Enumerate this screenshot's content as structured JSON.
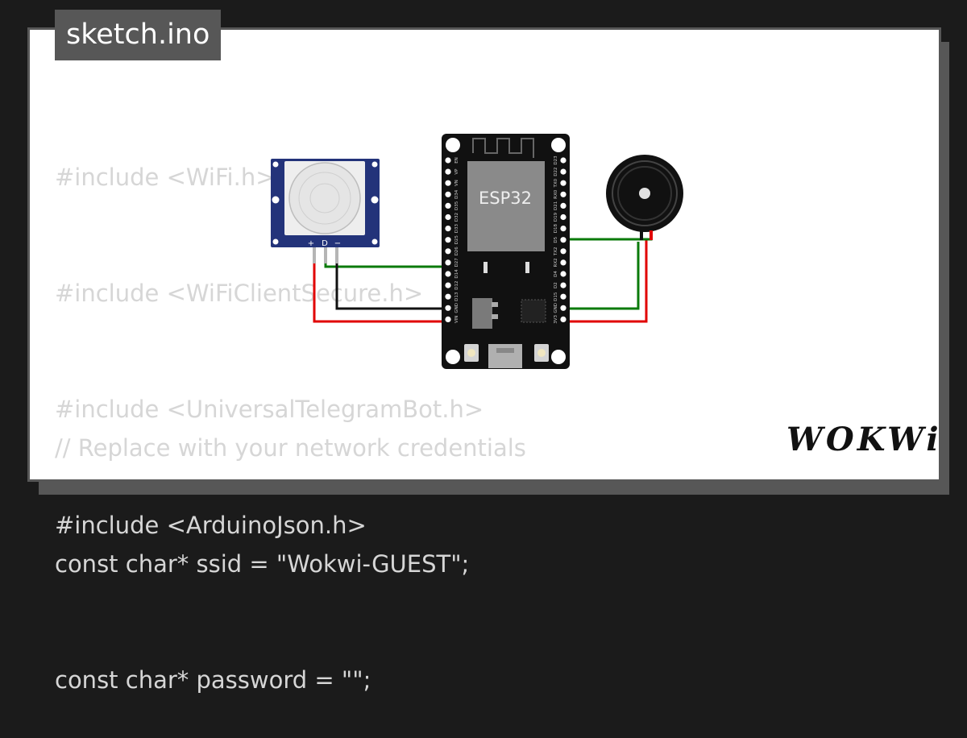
{
  "file_tab": "sketch.ino",
  "code_top": [
    "#include <WiFi.h>",
    "#include <WiFiClientSecure.h>",
    "#include <UniversalTelegramBot.h>",
    "#include <ArduinoJson.h>"
  ],
  "code_bottom": [
    "// Replace with your network credentials",
    "const char* ssid = \"Wokwi-GUEST\";",
    "const char* password = \"\";"
  ],
  "esp32": {
    "chip_label": "ESP32",
    "left_pins": [
      "EN",
      "VP",
      "VN",
      "D34",
      "D35",
      "D32",
      "D33",
      "D25",
      "D26",
      "D27",
      "D14",
      "D12",
      "D13",
      "GND",
      "VIN"
    ],
    "right_pins": [
      "D23",
      "D22",
      "TX0",
      "RX0",
      "D21",
      "D19",
      "D18",
      "D5",
      "TX2",
      "RX2",
      "D4",
      "D2",
      "D15",
      "GND",
      "3V3"
    ]
  },
  "pir": {
    "pin_labels": [
      "+",
      "D",
      "−"
    ]
  },
  "logo": "WOKWi",
  "colors": {
    "wire_green": "#0a7a0a",
    "wire_red": "#e10000",
    "wire_black": "#111111",
    "board": "#111111",
    "pir_blue": "#1f3a8a"
  }
}
